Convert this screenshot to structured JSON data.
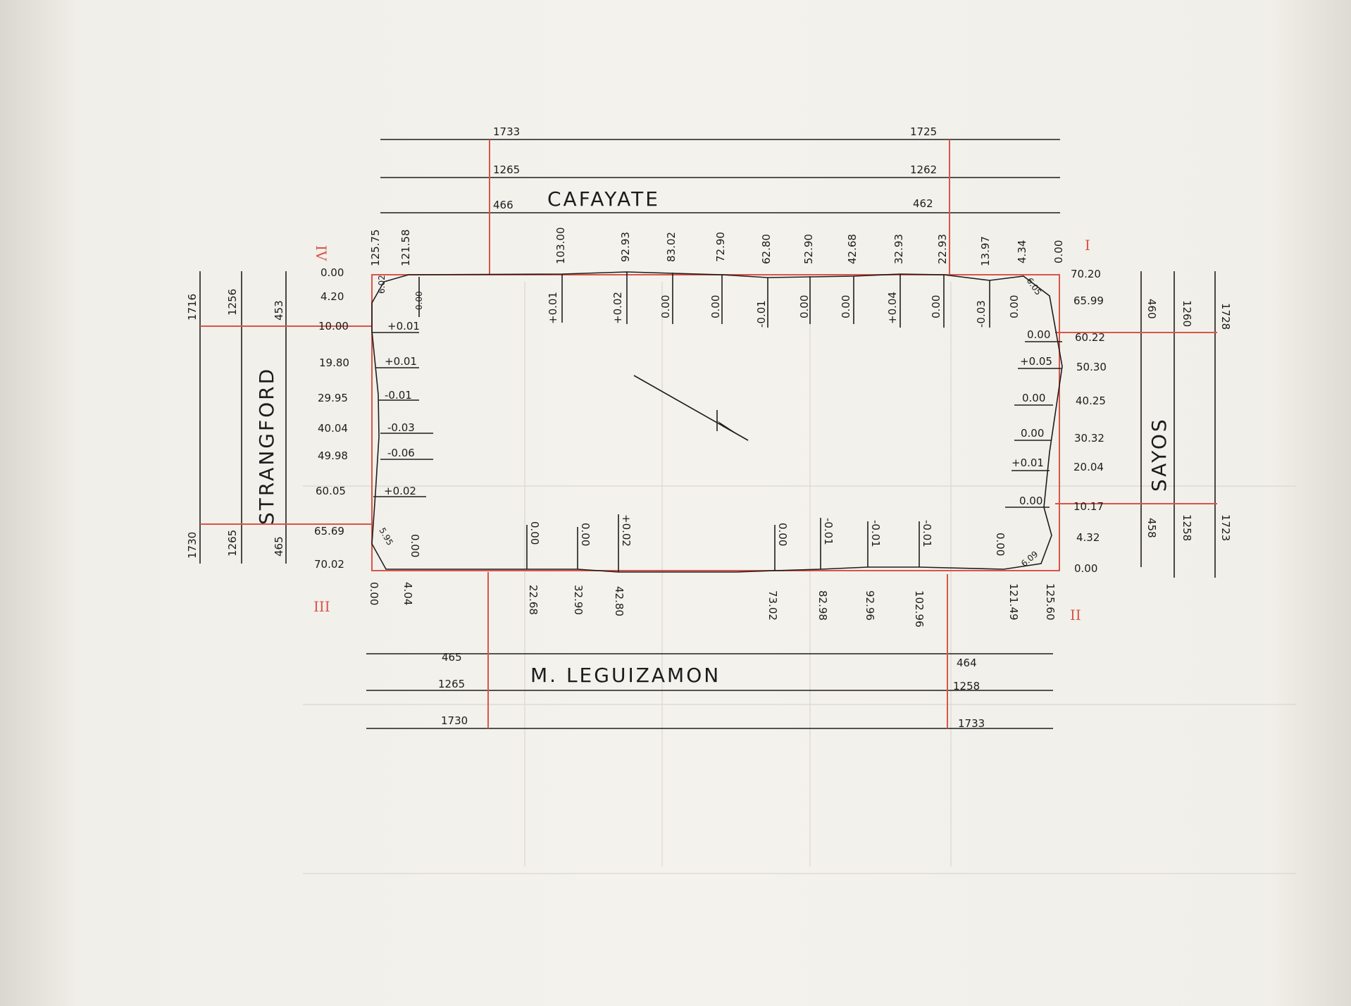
{
  "streets": {
    "top": "CAFAYATE",
    "bottom": "M. LEGUIZAMON",
    "left": "STRANGFORD",
    "right": "SAYOS"
  },
  "corners": {
    "I": "I",
    "II": "II",
    "III": "III",
    "IV": "IV"
  },
  "street_numbers": {
    "top": [
      "1733",
      "1725",
      "1265",
      "1262",
      "466",
      "462"
    ],
    "bottom": [
      "465",
      "464",
      "1265",
      "1258",
      "1730",
      "1733"
    ],
    "left": [
      "1716",
      "1256",
      "453",
      "1730",
      "1265",
      "465"
    ],
    "right": [
      "460",
      "1260",
      "1728",
      "458",
      "1258",
      "1723"
    ]
  },
  "top_stations": [
    "125.75",
    "121.58",
    "103.00",
    "92.93",
    "83.02",
    "72.90",
    "62.80",
    "52.90",
    "42.68",
    "32.93",
    "22.93",
    "13.97",
    "4.34",
    "0.00"
  ],
  "top_offsets": [
    "6.02",
    "0.00",
    "+0.01",
    "+0.02",
    "0.00",
    "0.00",
    "-0.01",
    "0.00",
    "0.00",
    "+0.04",
    "0.00",
    "-0.03",
    "0.00",
    "6.05"
  ],
  "bottom_stations": [
    "0.00",
    "4.04",
    "22.68",
    "32.90",
    "42.80",
    "73.02",
    "82.98",
    "92.96",
    "102.96",
    "121.49",
    "125.60"
  ],
  "bottom_offsets": [
    "5.95",
    "0.00",
    "0.00",
    "0.00",
    "+0.02",
    "0.00",
    "-0.01",
    "-0.01",
    "-0.01",
    "0.00",
    "6.09"
  ],
  "left_stations": [
    "0.00",
    "4.20",
    "10.00",
    "19.80",
    "29.95",
    "40.04",
    "49.98",
    "60.05",
    "65.69",
    "70.02"
  ],
  "left_offsets": [
    "+0.01",
    "+0.01",
    "-0.01",
    "-0.03",
    "-0.06",
    "+0.02"
  ],
  "right_stations": [
    "70.20",
    "65.99",
    "60.22",
    "50.30",
    "40.25",
    "30.32",
    "20.04",
    "10.17",
    "4.32",
    "0.00"
  ],
  "right_offsets": [
    "0.00",
    "+0.05",
    "0.00",
    "0.00",
    "+0.01",
    "0.00"
  ],
  "colors": {
    "ink": "#1e1e1e",
    "red": "#d9544a",
    "paper": "#f4f2ec"
  }
}
